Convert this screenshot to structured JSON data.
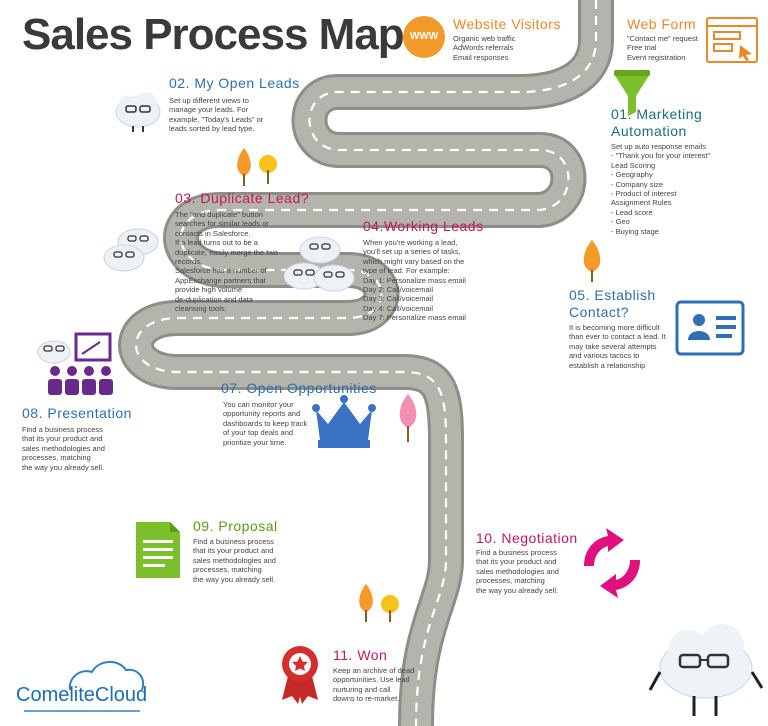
{
  "title": "Sales Process Map",
  "website": {
    "badge": "WWW",
    "heading": "Website Visitors",
    "desc": "Organic web traffic\nAdWords referrals\nEmail responses"
  },
  "webform": {
    "heading": "Web Form",
    "desc": "\"Contact me\" request\nFree trial\nEvent registration"
  },
  "s01": {
    "heading1": "01. Marketing",
    "heading2": "Automation",
    "desc": "Set up auto response emails\n- \"Thank you for your interest\"\nLead Scoring\n- Geography\n- Company size\n- Product of interest\nAssignment Rules\n- Lead score\n- Geo\n- Buying stage"
  },
  "s02": {
    "heading": "02. My Open Leads",
    "desc": "Set up different views to\nmanage your leads. For\nexample, \"Today's Leads\" or\nleads sorted by lead type."
  },
  "s03": {
    "heading": "03. Duplicate Lead?",
    "desc": "The \"and duplicate\" button\nsearches for similar leads or\ncontacts in Salesforce.\nIf a lead turns out to be a\nduplicate, easily merge the two\nrecords.\nSalesforce has a number of\nAppExchange partners that\nprovide high volume\nde-duplication and data\ncleansing tools."
  },
  "s04": {
    "heading": "04.Working Leads",
    "desc": "When you're working a lead,\nyou'll set up a series of tasks,\nwhich might vary based on the\ntype of lead. For example:\nDay 1: Personalize mass email\nDay 2: Call/voicemail\nDay 3: Call/voicemail\nDay 4: Call/voicemail\nDay 7: Personalize mass email"
  },
  "s05": {
    "heading1": "05. Establish",
    "heading2": "Contact?",
    "desc": "It is becoming more difficult\nthan ever to contact a lead. It\nmay take several attempts\nand various tactics to\nestablish a relationship"
  },
  "s07": {
    "heading": "07. Open Opportunities",
    "desc": "You can monitor your\nopportunity reports and\ndashboards to keep track\nof your top deals and\nprioritize your time."
  },
  "s08": {
    "heading": "08. Presentation",
    "desc": "Find a business process\nthat its your product and\nsales methodologies and\nprocesses, matching\nthe way you already sell."
  },
  "s09": {
    "heading": "09. Proposal",
    "desc": "Find a business process\nthat its your product and\nsales methodologies and\nprocesses, matching\nthe way you already sell."
  },
  "s10": {
    "heading": "10. Negotiation",
    "desc": "Find a business process\nthat its your product and\nsales methodologies and\nprocesses, matching\nthe way you already sell."
  },
  "s11": {
    "heading": "11. Won",
    "desc": "Keep an archive of dead\nopportunities. Use lead\nnurturing and call\ndowns to re-market."
  },
  "logo": {
    "text": "ComeliteCloud"
  },
  "colors": {
    "road": "#b4b4ac",
    "road_edge": "#8e8e86",
    "lane": "#ffffff",
    "blue": "#2f6fb3",
    "pink": "#c2185b",
    "orange": "#e8882a",
    "green": "#7bbf2a",
    "purple": "#6a2a8c",
    "magenta": "#e0117f"
  },
  "icons": [
    "www-badge-icon",
    "web-form-icon",
    "funnel-icon",
    "contact-card-icon",
    "crown-icon",
    "presentation-icon",
    "document-icon",
    "refresh-arrows-icon",
    "award-ribbon-icon",
    "cloud-mascot-icon",
    "tree-icon"
  ]
}
